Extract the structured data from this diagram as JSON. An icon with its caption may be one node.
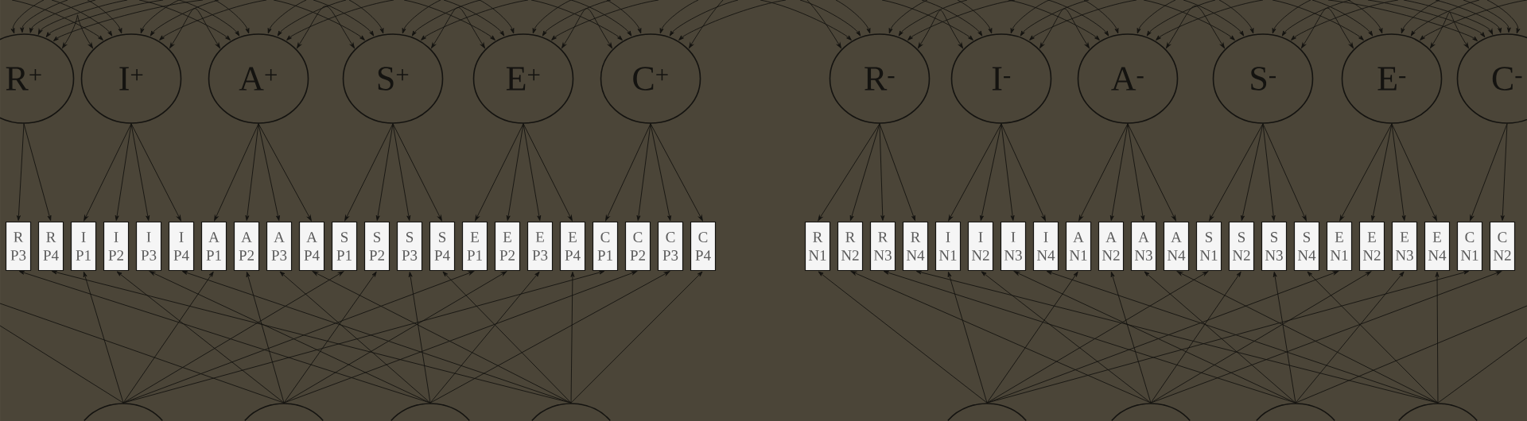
{
  "diagram": {
    "nodes": [
      {
        "text": [
          "R$^{+}$"
        ]
      },
      {
        "text": [
          "I$^{+}$"
        ]
      },
      {
        "text": [
          "A$^{+}$"
        ]
      },
      {
        "text": [
          "S$^{+}$"
        ]
      },
      {
        "text": [
          "E$^{+}$"
        ]
      },
      {
        "text": [
          "C$^{+}$"
        ]
      },
      {
        "text": [
          "R$^{-}$"
        ]
      },
      {
        "text": [
          "I$^{-}$"
        ]
      },
      {
        "text": [
          "A$^{-}$"
        ]
      },
      {
        "text": [
          "S$^{-}$"
        ]
      },
      {
        "text": [
          "E$^{-}$"
        ]
      },
      {
        "text": [
          "C$^{-}$"
        ]
      },
      {
        "text": [
          "R P3"
        ]
      },
      {
        "text": [
          "R P4"
        ]
      },
      {
        "text": [
          "I P1"
        ]
      },
      {
        "text": [
          "I P2"
        ]
      },
      {
        "text": [
          "I P3"
        ]
      },
      {
        "text": [
          "I P4"
        ]
      },
      {
        "text": [
          "A P1"
        ]
      },
      {
        "text": [
          "A P2"
        ]
      },
      {
        "text": [
          "A P3"
        ]
      },
      {
        "text": [
          "A P4"
        ]
      },
      {
        "text": [
          "S P1"
        ]
      },
      {
        "text": [
          "S P2"
        ]
      },
      {
        "text": [
          "S P3"
        ]
      },
      {
        "text": [
          "S P4"
        ]
      },
      {
        "text": [
          "E P1"
        ]
      },
      {
        "text": [
          "E P2"
        ]
      },
      {
        "text": [
          "E P3"
        ]
      },
      {
        "text": [
          "E P4"
        ]
      },
      {
        "text": [
          "C P1"
        ]
      },
      {
        "text": [
          "C P2"
        ]
      },
      {
        "text": [
          "C P3"
        ]
      },
      {
        "text": [
          "C P4"
        ]
      },
      {
        "text": [
          "R N1"
        ]
      },
      {
        "text": [
          "R N2"
        ]
      },
      {
        "text": [
          "R N3"
        ]
      },
      {
        "text": [
          "R N4"
        ]
      },
      {
        "text": [
          "I N1"
        ]
      },
      {
        "text": [
          "I N2"
        ]
      },
      {
        "text": [
          "I N3"
        ]
      },
      {
        "text": [
          "I N4"
        ]
      },
      {
        "text": [
          "A N1"
        ]
      },
      {
        "text": [
          "A N2"
        ]
      },
      {
        "text": [
          "A N3"
        ]
      },
      {
        "text": [
          "A N4"
        ]
      },
      {
        "text": [
          "S N1"
        ]
      },
      {
        "text": [
          "S N2"
        ]
      },
      {
        "text": [
          "S N3"
        ]
      },
      {
        "text": [
          "S N4"
        ]
      },
      {
        "text": [
          "E N1"
        ]
      },
      {
        "text": [
          "E N2"
        ]
      },
      {
        "text": [
          "E N3"
        ]
      },
      {
        "text": [
          "E N4"
        ]
      },
      {
        "text": [
          "C N1"
        ]
      },
      {
        "text": [
          "C N2"
        ]
      },
      {
        "text": [],
        "shape": "circle"
      },
      {
        "text": [],
        "shape": "circle"
      },
      {
        "text": [],
        "shape": "circle"
      },
      {
        "text": [],
        "shape": "circle"
      },
      {
        "text": [],
        "shape": "circle"
      },
      {
        "text": [],
        "shape": "circle"
      },
      {
        "text": [],
        "shape": "circle"
      },
      {
        "text": [],
        "shape": "circle"
      }
    ],
    "edges": [
      {
        "from": 0,
        "to": 12,
        "arrow": "to"
      },
      {
        "from": 0,
        "to": 13,
        "arrow": "to"
      },
      {
        "from": 1,
        "to": 14,
        "arrow": "to"
      },
      {
        "from": 1,
        "to": 15,
        "arrow": "to"
      },
      {
        "from": 1,
        "to": 16,
        "arrow": "to"
      },
      {
        "from": 1,
        "to": 17,
        "arrow": "to"
      },
      {
        "from": 2,
        "to": 18,
        "arrow": "to"
      },
      {
        "from": 2,
        "to": 19,
        "arrow": "to"
      },
      {
        "from": 2,
        "to": 20,
        "arrow": "to"
      },
      {
        "from": 2,
        "to": 21,
        "arrow": "to"
      },
      {
        "from": 3,
        "to": 22,
        "arrow": "to"
      },
      {
        "from": 3,
        "to": 23,
        "arrow": "to"
      },
      {
        "from": 3,
        "to": 24,
        "arrow": "to"
      },
      {
        "from": 3,
        "to": 25,
        "arrow": "to"
      },
      {
        "from": 4,
        "to": 26,
        "arrow": "to"
      },
      {
        "from": 4,
        "to": 27,
        "arrow": "to"
      },
      {
        "from": 4,
        "to": 28,
        "arrow": "to"
      },
      {
        "from": 4,
        "to": 29,
        "arrow": "to"
      },
      {
        "from": 5,
        "to": 30,
        "arrow": "to"
      },
      {
        "from": 5,
        "to": 31,
        "arrow": "to"
      },
      {
        "from": 5,
        "to": 32,
        "arrow": "to"
      },
      {
        "from": 5,
        "to": 33,
        "arrow": "to"
      },
      {
        "from": 6,
        "to": 34,
        "arrow": "to"
      },
      {
        "from": 6,
        "to": 35,
        "arrow": "to"
      },
      {
        "from": 6,
        "to": 36,
        "arrow": "to"
      },
      {
        "from": 6,
        "to": 37,
        "arrow": "to"
      },
      {
        "from": 7,
        "to": 38,
        "arrow": "to"
      },
      {
        "from": 7,
        "to": 39,
        "arrow": "to"
      },
      {
        "from": 7,
        "to": 40,
        "arrow": "to"
      },
      {
        "from": 7,
        "to": 41,
        "arrow": "to"
      },
      {
        "from": 8,
        "to": 42,
        "arrow": "to"
      },
      {
        "from": 8,
        "to": 43,
        "arrow": "to"
      },
      {
        "from": 8,
        "to": 44,
        "arrow": "to"
      },
      {
        "from": 8,
        "to": 45,
        "arrow": "to"
      },
      {
        "from": 9,
        "to": 46,
        "arrow": "to"
      },
      {
        "from": 9,
        "to": 47,
        "arrow": "to"
      },
      {
        "from": 9,
        "to": 48,
        "arrow": "to"
      },
      {
        "from": 9,
        "to": 49,
        "arrow": "to"
      },
      {
        "from": 10,
        "to": 50,
        "arrow": "to"
      },
      {
        "from": 10,
        "to": 51,
        "arrow": "to"
      },
      {
        "from": 10,
        "to": 52,
        "arrow": "to"
      },
      {
        "from": 10,
        "to": 53,
        "arrow": "to"
      },
      {
        "from": 11,
        "to": 54,
        "arrow": "to"
      },
      {
        "from": 11,
        "to": 55,
        "arrow": "to"
      },
      {
        "from": 56,
        "to": null,
        "arrow": "none"
      },
      {
        "from": 56,
        "to": 14,
        "arrow": "to"
      },
      {
        "from": 56,
        "to": 18,
        "arrow": "to"
      },
      {
        "from": 56,
        "to": 22,
        "arrow": "to"
      },
      {
        "from": 56,
        "to": 26,
        "arrow": "to"
      },
      {
        "from": 56,
        "to": 30,
        "arrow": "to"
      },
      {
        "from": 57,
        "to": null,
        "arrow": "none"
      },
      {
        "from": 57,
        "to": 15,
        "arrow": "to"
      },
      {
        "from": 57,
        "to": 19,
        "arrow": "to"
      },
      {
        "from": 57,
        "to": 23,
        "arrow": "to"
      },
      {
        "from": 57,
        "to": 27,
        "arrow": "to"
      },
      {
        "from": 57,
        "to": 31,
        "arrow": "to"
      },
      {
        "from": 58,
        "to": 12,
        "arrow": "to"
      },
      {
        "from": 58,
        "to": 16,
        "arrow": "to"
      },
      {
        "from": 58,
        "to": 20,
        "arrow": "to"
      },
      {
        "from": 58,
        "to": 24,
        "arrow": "to"
      },
      {
        "from": 58,
        "to": 28,
        "arrow": "to"
      },
      {
        "from": 58,
        "to": 32,
        "arrow": "to"
      },
      {
        "from": 59,
        "to": 13,
        "arrow": "to"
      },
      {
        "from": 59,
        "to": 17,
        "arrow": "to"
      },
      {
        "from": 59,
        "to": 21,
        "arrow": "to"
      },
      {
        "from": 59,
        "to": 25,
        "arrow": "to"
      },
      {
        "from": 59,
        "to": 29,
        "arrow": "to"
      },
      {
        "from": 59,
        "to": 33,
        "arrow": "to"
      },
      {
        "from": 60,
        "to": 34,
        "arrow": "to"
      },
      {
        "from": 60,
        "to": 38,
        "arrow": "to"
      },
      {
        "from": 60,
        "to": 42,
        "arrow": "to"
      },
      {
        "from": 60,
        "to": 46,
        "arrow": "to"
      },
      {
        "from": 60,
        "to": 50,
        "arrow": "to"
      },
      {
        "from": 60,
        "to": 54,
        "arrow": "to"
      },
      {
        "from": 61,
        "to": 35,
        "arrow": "to"
      },
      {
        "from": 61,
        "to": 39,
        "arrow": "to"
      },
      {
        "from": 61,
        "to": 43,
        "arrow": "to"
      },
      {
        "from": 61,
        "to": 47,
        "arrow": "to"
      },
      {
        "from": 61,
        "to": 51,
        "arrow": "to"
      },
      {
        "from": 61,
        "to": 55,
        "arrow": "to"
      },
      {
        "from": 62,
        "to": 36,
        "arrow": "to"
      },
      {
        "from": 62,
        "to": 40,
        "arrow": "to"
      },
      {
        "from": 62,
        "to": 44,
        "arrow": "to"
      },
      {
        "from": 62,
        "to": 48,
        "arrow": "to"
      },
      {
        "from": 62,
        "to": 52,
        "arrow": "to"
      },
      {
        "from": 62,
        "to": null,
        "arrow": "none"
      },
      {
        "from": 63,
        "to": 37,
        "arrow": "to"
      },
      {
        "from": 63,
        "to": 41,
        "arrow": "to"
      },
      {
        "from": 63,
        "to": 45,
        "arrow": "to"
      },
      {
        "from": 63,
        "to": 49,
        "arrow": "to"
      },
      {
        "from": 63,
        "to": 53,
        "arrow": "to"
      },
      {
        "from": 63,
        "to": null,
        "arrow": "none"
      },
      {
        "from": 0,
        "to": 1,
        "arrow": "both"
      },
      {
        "from": 1,
        "to": 2,
        "arrow": "both"
      },
      {
        "from": 2,
        "to": 3,
        "arrow": "both"
      },
      {
        "from": 3,
        "to": 4,
        "arrow": "both"
      },
      {
        "from": 4,
        "to": 5,
        "arrow": "both"
      },
      {
        "from": 5,
        "to": 6,
        "arrow": "both"
      },
      {
        "from": 6,
        "to": 7,
        "arrow": "both"
      },
      {
        "from": 7,
        "to": 8,
        "arrow": "both"
      },
      {
        "from": 8,
        "to": 9,
        "arrow": "both"
      },
      {
        "from": 9,
        "to": 10,
        "arrow": "both"
      },
      {
        "from": 10,
        "to": 11,
        "arrow": "both"
      },
      {
        "from": null,
        "to": 0,
        "arrow": "to"
      },
      {
        "from": null,
        "to": 0,
        "arrow": "to"
      },
      {
        "from": null,
        "to": 0,
        "arrow": "to"
      },
      {
        "from": null,
        "to": 0,
        "arrow": "to"
      },
      {
        "from": null,
        "to": 0,
        "arrow": "to"
      },
      {
        "from": null,
        "to": 0,
        "arrow": "to"
      },
      {
        "from": null,
        "to": 1,
        "arrow": "to"
      },
      {
        "from": null,
        "to": 1,
        "arrow": "to"
      },
      {
        "from": null,
        "to": 1,
        "arrow": "to"
      },
      {
        "from": null,
        "to": 1,
        "arrow": "to"
      },
      {
        "from": null,
        "to": 1,
        "arrow": "to"
      },
      {
        "from": null,
        "to": 1,
        "arrow": "to"
      },
      {
        "from": null,
        "to": 2,
        "arrow": "to"
      },
      {
        "from": null,
        "to": 2,
        "arrow": "to"
      },
      {
        "from": null,
        "to": 2,
        "arrow": "to"
      },
      {
        "from": null,
        "to": 2,
        "arrow": "to"
      },
      {
        "from": null,
        "to": 2,
        "arrow": "to"
      },
      {
        "from": null,
        "to": 2,
        "arrow": "to"
      },
      {
        "from": null,
        "to": 3,
        "arrow": "to"
      },
      {
        "from": null,
        "to": 3,
        "arrow": "to"
      },
      {
        "from": null,
        "to": 3,
        "arrow": "to"
      },
      {
        "from": null,
        "to": 3,
        "arrow": "to"
      },
      {
        "from": null,
        "to": 3,
        "arrow": "to"
      },
      {
        "from": null,
        "to": 3,
        "arrow": "to"
      },
      {
        "from": null,
        "to": 4,
        "arrow": "to"
      },
      {
        "from": null,
        "to": 4,
        "arrow": "to"
      },
      {
        "from": null,
        "to": 4,
        "arrow": "to"
      },
      {
        "from": null,
        "to": 4,
        "arrow": "to"
      },
      {
        "from": null,
        "to": 4,
        "arrow": "to"
      },
      {
        "from": null,
        "to": 4,
        "arrow": "to"
      },
      {
        "from": null,
        "to": 5,
        "arrow": "to"
      },
      {
        "from": null,
        "to": 5,
        "arrow": "to"
      },
      {
        "from": null,
        "to": 5,
        "arrow": "to"
      },
      {
        "from": null,
        "to": 5,
        "arrow": "to"
      },
      {
        "from": null,
        "to": 5,
        "arrow": "to"
      },
      {
        "from": null,
        "to": 5,
        "arrow": "to"
      },
      {
        "from": null,
        "to": 6,
        "arrow": "to"
      },
      {
        "from": null,
        "to": 6,
        "arrow": "to"
      },
      {
        "from": null,
        "to": 6,
        "arrow": "to"
      },
      {
        "from": null,
        "to": 6,
        "arrow": "to"
      },
      {
        "from": null,
        "to": 6,
        "arrow": "to"
      },
      {
        "from": null,
        "to": 6,
        "arrow": "to"
      },
      {
        "from": null,
        "to": 7,
        "arrow": "to"
      },
      {
        "from": null,
        "to": 7,
        "arrow": "to"
      },
      {
        "from": null,
        "to": 7,
        "arrow": "to"
      },
      {
        "from": null,
        "to": 7,
        "arrow": "to"
      },
      {
        "from": null,
        "to": 7,
        "arrow": "to"
      },
      {
        "from": null,
        "to": 7,
        "arrow": "to"
      },
      {
        "from": null,
        "to": 8,
        "arrow": "to"
      },
      {
        "from": null,
        "to": 8,
        "arrow": "to"
      },
      {
        "from": null,
        "to": 8,
        "arrow": "to"
      },
      {
        "from": null,
        "to": 8,
        "arrow": "to"
      },
      {
        "from": null,
        "to": 8,
        "arrow": "to"
      },
      {
        "from": null,
        "to": 8,
        "arrow": "to"
      },
      {
        "from": null,
        "to": 9,
        "arrow": "to"
      },
      {
        "from": null,
        "to": 9,
        "arrow": "to"
      },
      {
        "from": null,
        "to": 9,
        "arrow": "to"
      },
      {
        "from": null,
        "to": 9,
        "arrow": "to"
      },
      {
        "from": null,
        "to": 9,
        "arrow": "to"
      },
      {
        "from": null,
        "to": 9,
        "arrow": "to"
      },
      {
        "from": null,
        "to": 10,
        "arrow": "to"
      },
      {
        "from": null,
        "to": 10,
        "arrow": "to"
      },
      {
        "from": null,
        "to": 10,
        "arrow": "to"
      },
      {
        "from": null,
        "to": 10,
        "arrow": "to"
      },
      {
        "from": null,
        "to": 10,
        "arrow": "to"
      },
      {
        "from": null,
        "to": 10,
        "arrow": "to"
      },
      {
        "from": null,
        "to": 11,
        "arrow": "to"
      },
      {
        "from": null,
        "to": 11,
        "arrow": "to"
      },
      {
        "from": null,
        "to": 11,
        "arrow": "to"
      },
      {
        "from": null,
        "to": 11,
        "arrow": "to"
      },
      {
        "from": null,
        "to": 11,
        "arrow": "to"
      },
      {
        "from": null,
        "to": 11,
        "arrow": "to"
      }
    ]
  }
}
